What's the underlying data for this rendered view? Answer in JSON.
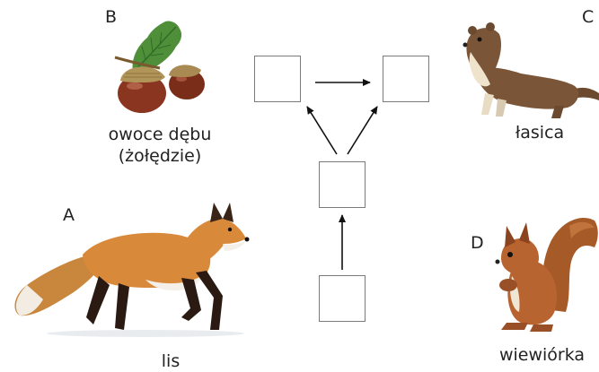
{
  "labels": {
    "fox_letter": "A",
    "acorn_letter": "B",
    "weasel_letter": "C",
    "squirrel_letter": "D"
  },
  "captions": {
    "acorn_line1": "owoce dębu",
    "acorn_line2": "(żołędzie)",
    "weasel": "łasica",
    "fox": "lis",
    "squirrel": "wiewiórka"
  },
  "diagram": {
    "boxes": [
      "",
      "",
      "",
      ""
    ],
    "arrows": [
      {
        "from": "bottom",
        "to": "middle"
      },
      {
        "from": "middle",
        "to": "top-left"
      },
      {
        "from": "middle",
        "to": "top-right"
      },
      {
        "from": "top-left",
        "to": "top-right"
      }
    ]
  }
}
